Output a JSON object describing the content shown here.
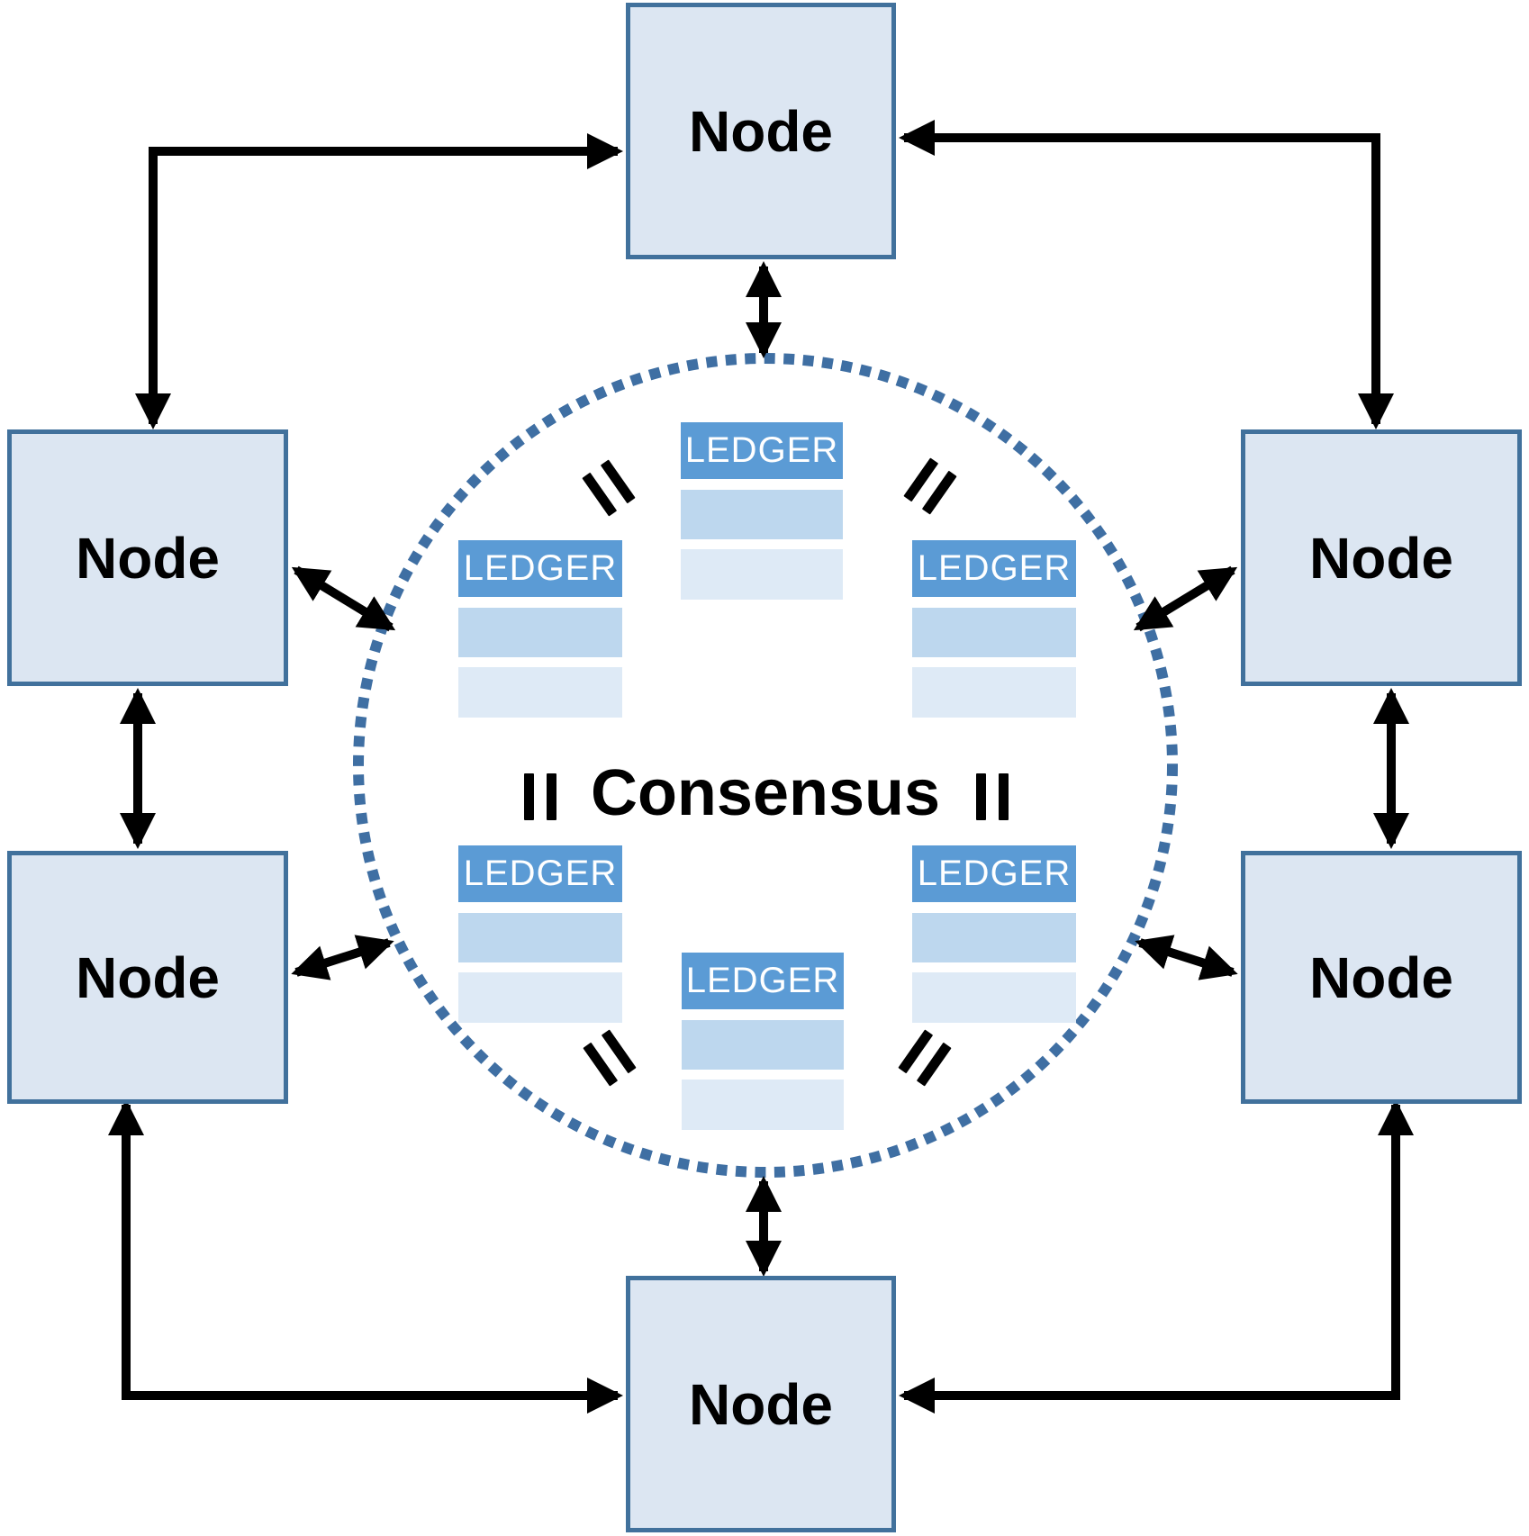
{
  "nodes": [
    {
      "id": "top",
      "label": "Node"
    },
    {
      "id": "left-upper",
      "label": "Node"
    },
    {
      "id": "left-lower",
      "label": "Node"
    },
    {
      "id": "right-upper",
      "label": "Node"
    },
    {
      "id": "right-lower",
      "label": "Node"
    },
    {
      "id": "bottom",
      "label": "Node"
    }
  ],
  "center": {
    "label": "Consensus",
    "ledgers": [
      {
        "id": "top-center",
        "label": "LEDGER"
      },
      {
        "id": "upper-left",
        "label": "LEDGER"
      },
      {
        "id": "upper-right",
        "label": "LEDGER"
      },
      {
        "id": "lower-left",
        "label": "LEDGER"
      },
      {
        "id": "lower-right",
        "label": "LEDGER"
      },
      {
        "id": "bottom-center",
        "label": "LEDGER"
      }
    ]
  },
  "colors": {
    "node_fill": "#dce6f2",
    "node_border": "#41719c",
    "ledger_header": "#5b9bd5",
    "ledger_row_1": "#bdd7ee",
    "ledger_row_2": "#deeaf6",
    "circle_dot": "#3f6fa3",
    "arrow": "#000000",
    "label_text": "#000000",
    "ledger_text": "#ffffff"
  }
}
